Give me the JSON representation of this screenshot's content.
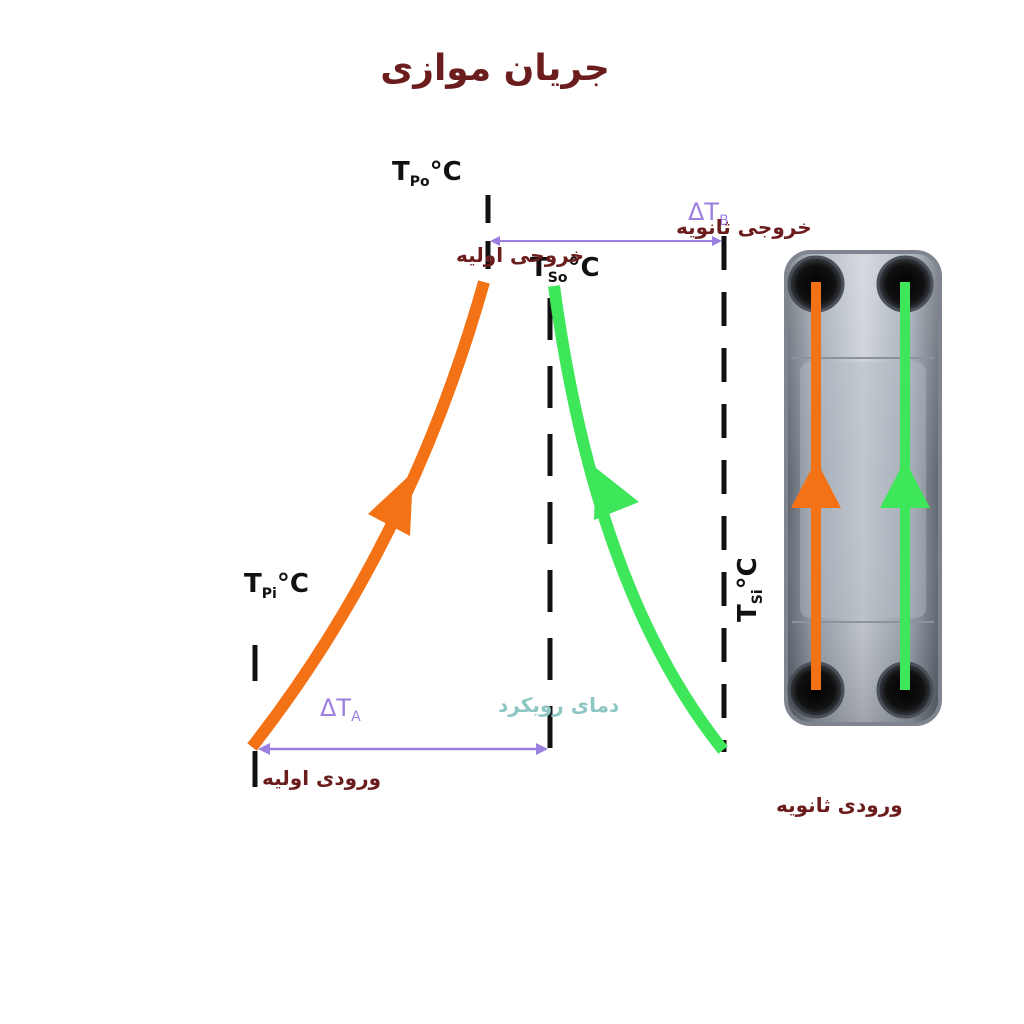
{
  "title": "جریان موازی",
  "labels": {
    "primary_outlet": "خروجی اولیه",
    "primary_inlet": "ورودی اولیه",
    "secondary_outlet": "خروجی ثانویه",
    "secondary_inlet": "ورودی ثانویه",
    "approach_temp": "دمای رویکرد"
  },
  "temps": {
    "t_po": {
      "main": "T",
      "sub": "Po",
      "unit": "°C"
    },
    "t_pi": {
      "main": "T",
      "sub": "Pi",
      "unit": "°C"
    },
    "t_so": {
      "main": "T",
      "sub": "So",
      "unit": "°C"
    },
    "t_si": {
      "main": "T",
      "sub": "Si",
      "unit": "°C"
    }
  },
  "deltas": {
    "delta_a": {
      "main": "ΔT",
      "sub": "A"
    },
    "delta_b": {
      "main": "ΔT",
      "sub": "B"
    }
  },
  "colors": {
    "primary": "#f47216",
    "secondary": "#3ee65a",
    "text_dark": "#6b1c1c",
    "delta": "#9c80e0",
    "approach": "#8ec6c4",
    "dashes": "#111111"
  },
  "icons": {
    "plate_exchanger": "plate-heat-exchanger-icon"
  }
}
